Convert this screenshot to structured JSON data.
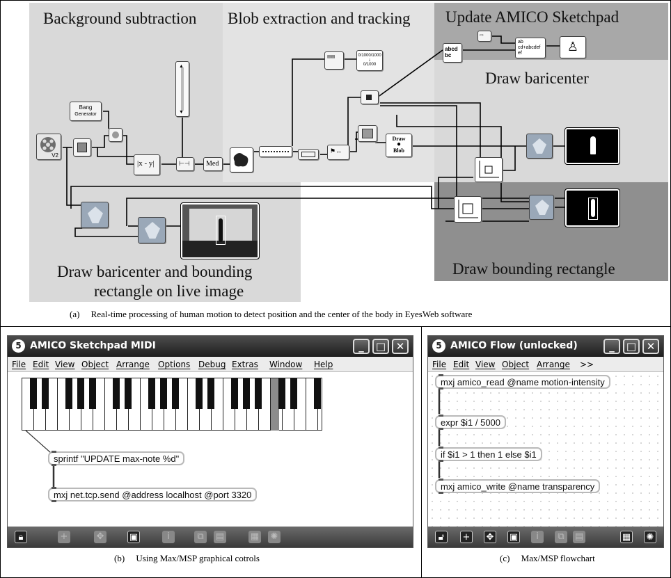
{
  "top_panel": {
    "regions": {
      "background_subtraction": "Background subtraction",
      "blob_extraction": "Blob extraction and tracking",
      "update_sketchpad": "Update AMICO Sketchpad",
      "draw_baricenter": "Draw baricenter",
      "draw_baricenter_live_1": "Draw baricenter and bounding",
      "draw_baricenter_live_2": "rectangle on live image",
      "draw_bounding": "Draw bounding rectangle"
    },
    "blocks": {
      "video_label": "V2",
      "bang_label_1": "Bang",
      "bang_label_2": "Generator",
      "med_label": "Med",
      "draw_blob_1": "Draw",
      "draw_blob_2": "Blob",
      "abcd_1": "abcd",
      "abcd_2": "bc",
      "concat_1": "ab",
      "concat_2": "cd+abcdef",
      "concat_3": "ef",
      "range_1": "0/1000/1000",
      "range_2": "0/1000"
    },
    "caption": "(a)     Real-time processing of human motion to detect position and the center of the body in EyesWeb software"
  },
  "window_b": {
    "app_icon": "5",
    "title": "AMICO Sketchpad MIDI",
    "menu": [
      "File",
      "Edit",
      "View",
      "Object",
      "Arrange",
      "Options",
      "Debug",
      "Extras",
      "Window",
      "Help"
    ],
    "objects": {
      "sprintf": "sprintf \"UPDATE max-note %d\"",
      "tcp": "mxj net.tcp.send @address localhost @port 3320"
    },
    "caption": "(b)     Using Max/MSP graphical cotrols"
  },
  "window_c": {
    "app_icon": "5",
    "title": "AMICO Flow (unlocked)",
    "menu": [
      "File",
      "Edit",
      "View",
      "Object",
      "Arrange",
      ">>"
    ],
    "objects": {
      "read": "mxj amico_read @name motion-intensity",
      "expr": "expr $i1 / 5000",
      "if": "if $i1 > 1 then 1 else $i1",
      "write": "mxj amico_write @name transparency"
    },
    "caption": "(c)     Max/MSP flowchart"
  },
  "colors": {
    "region_light": "#d9d9d9",
    "region_mid": "#c8c8c8",
    "region_dark": "#8f8f8f",
    "title_bar": "#2a2a2a"
  }
}
